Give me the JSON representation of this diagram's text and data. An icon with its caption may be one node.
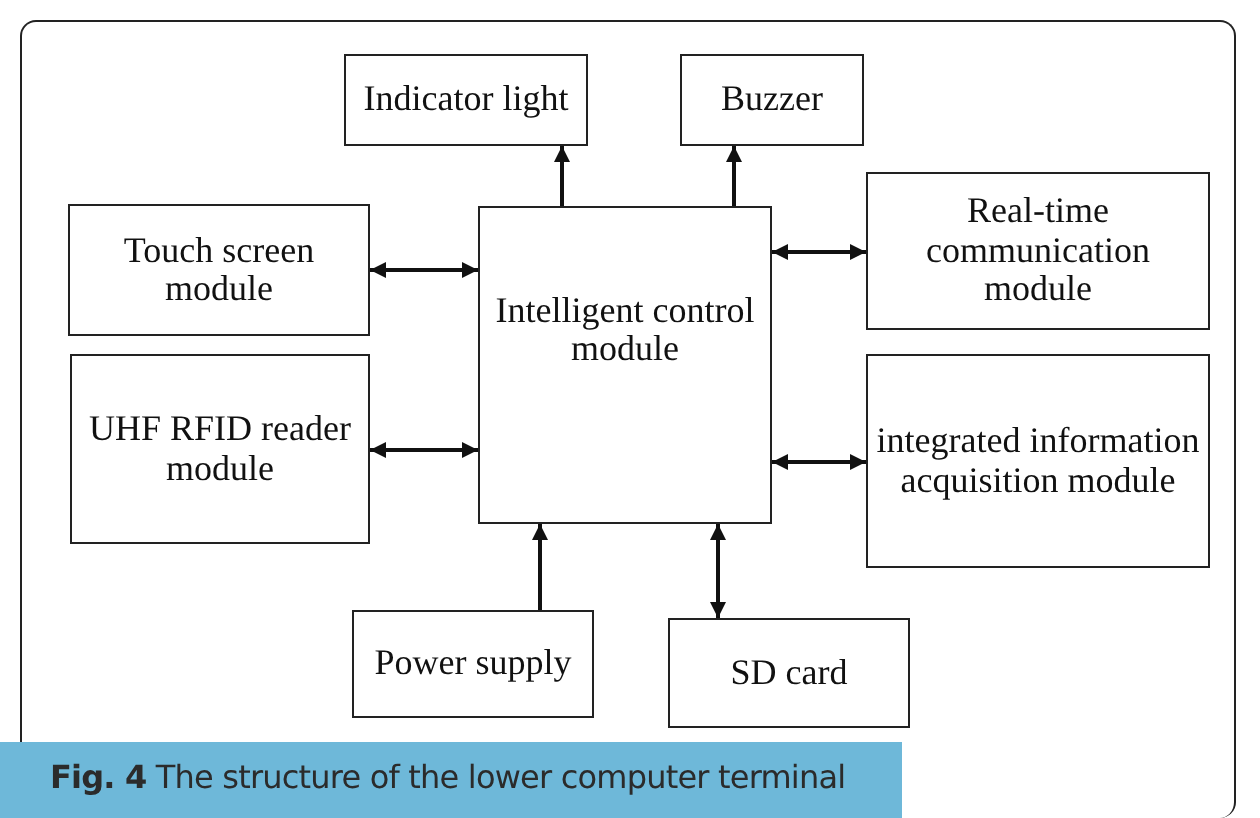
{
  "diagram": {
    "caption": "**Fig. 4** The structure of the lower computer terminal",
    "nodes": [
      {
        "text": [
          "Indicator light"
        ]
      },
      {
        "text": [
          "Buzzer"
        ]
      },
      {
        "text": [
          "Touch screen module"
        ]
      },
      {
        "text": [
          "Intelligent control module"
        ]
      },
      {
        "text": [
          "Real-time communication module"
        ]
      },
      {
        "text": [
          "UHF RFID reader module"
        ]
      },
      {
        "text": [
          "integrated information acquisition module"
        ]
      },
      {
        "text": [
          "Power supply"
        ]
      },
      {
        "text": [
          "SD card"
        ]
      }
    ],
    "edges": [
      {
        "from": 3,
        "to": 0,
        "arrow": "to"
      },
      {
        "from": 3,
        "to": 1,
        "arrow": "to"
      },
      {
        "from": 2,
        "to": 3,
        "arrow": "both"
      },
      {
        "from": 3,
        "to": 4,
        "arrow": "both"
      },
      {
        "from": 5,
        "to": 3,
        "arrow": "both"
      },
      {
        "from": 3,
        "to": 6,
        "arrow": "both"
      },
      {
        "from": 7,
        "to": 3,
        "arrow": "to"
      },
      {
        "from": 3,
        "to": 8,
        "arrow": "both"
      }
    ]
  }
}
